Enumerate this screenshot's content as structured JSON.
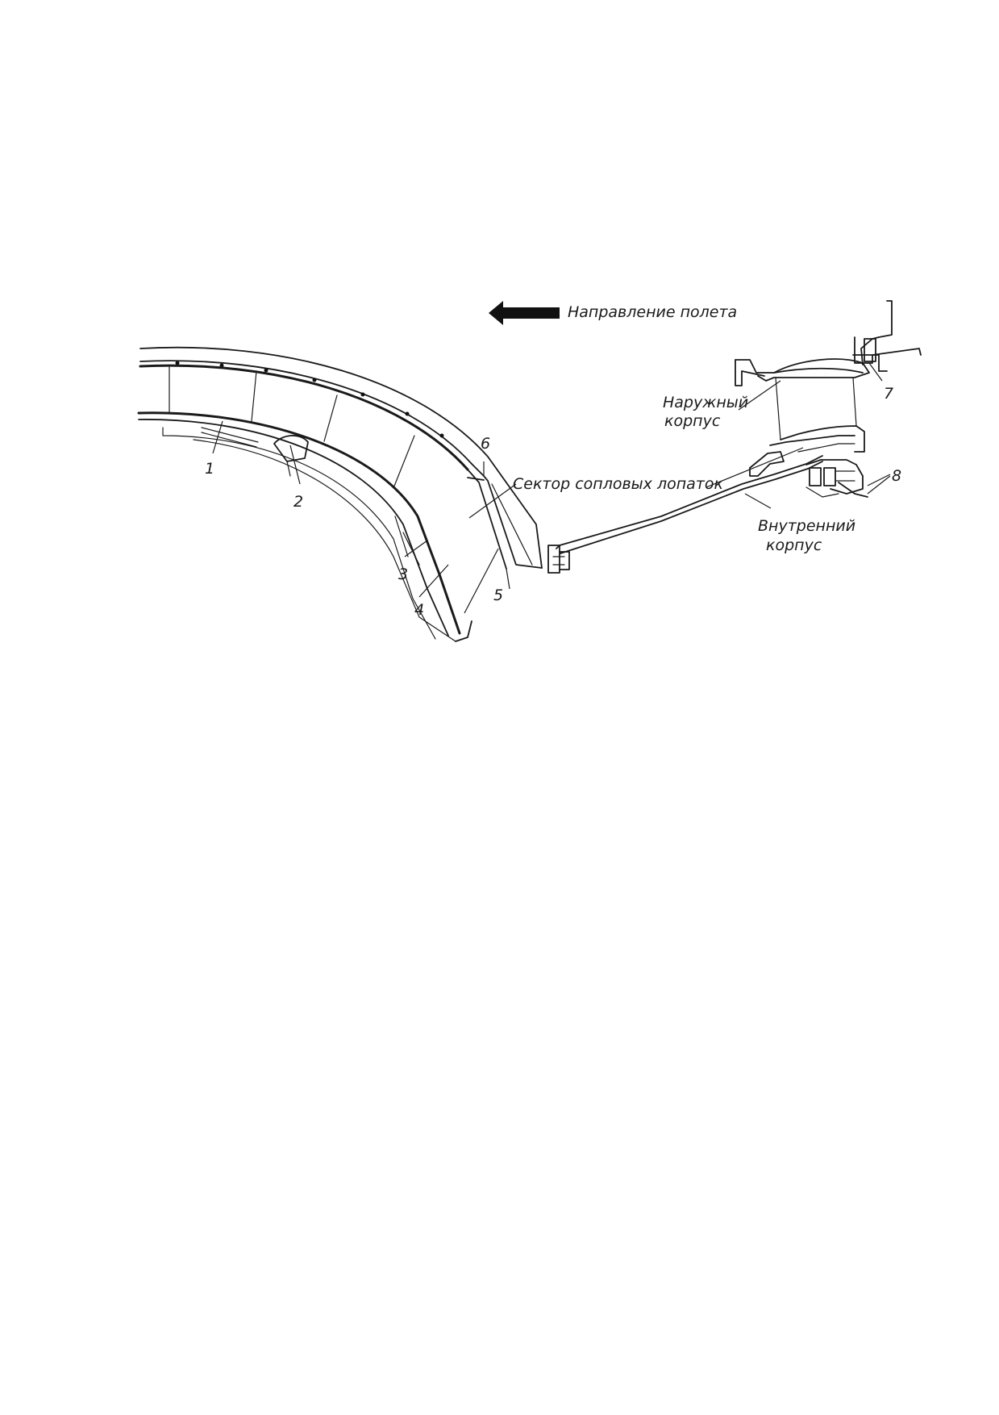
{
  "figure": {
    "flight_direction": "Направление полета",
    "labels": {
      "n1": "1",
      "n2": "2",
      "n3": "3",
      "n4": "4",
      "n5": "5",
      "n6": "6",
      "n7": "7",
      "n8": "8"
    },
    "nozzle_sector": "Сектор сопловых лопаток",
    "outer_casing_line1": "Наружный",
    "outer_casing_line2": "корпус",
    "inner_casing_line1": "Внутренний",
    "inner_casing_line2": "корпус"
  }
}
